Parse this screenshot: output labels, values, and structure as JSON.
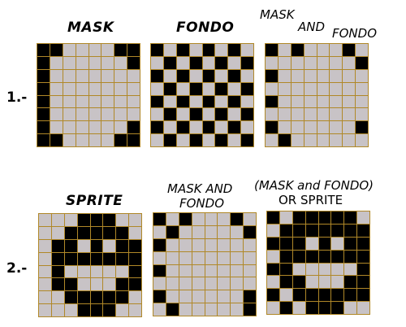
{
  "row_labels": [
    "1.-",
    "2.-"
  ],
  "panels": [
    {
      "id": "mask",
      "title": "MASK",
      "rows": [
        "11000011",
        "10000001",
        "10000000",
        "10000000",
        "10000000",
        "10000000",
        "10000001",
        "11000011"
      ]
    },
    {
      "id": "fondo",
      "title": "FONDO",
      "rows": [
        "10101010",
        "01010101",
        "10101010",
        "01010101",
        "10101010",
        "01010101",
        "10101010",
        "01010101"
      ]
    },
    {
      "id": "mask_and_fondo_1",
      "title": "MASK AND FONDO",
      "title_lines": [
        "MASK",
        "AND",
        "FONDO"
      ],
      "rows": [
        "10100010",
        "00000001",
        "10000000",
        "00000000",
        "10000000",
        "00000000",
        "10000001",
        "01000000"
      ]
    },
    {
      "id": "sprite",
      "title": "SPRITE",
      "rows": [
        "00011100",
        "00111110",
        "01101011",
        "01111111",
        "01000001",
        "01100011",
        "00111110",
        "00011100"
      ]
    },
    {
      "id": "mask_and_fondo_2",
      "title": "MASK AND FONDO",
      "title_lines": [
        "MASK AND",
        "FONDO"
      ],
      "rows": [
        "10100010",
        "01000001",
        "10000000",
        "00000000",
        "10000000",
        "00000000",
        "10000001",
        "01000001"
      ]
    },
    {
      "id": "result",
      "title": "(MASK and FONDO) OR SPRITE",
      "title_lines": [
        "(MASK and FONDO)",
        "OR SPRITE"
      ],
      "rows": [
        "10111110",
        "01111111",
        "11101011",
        "01111111",
        "11000001",
        "01100011",
        "10111111",
        "01011100"
      ]
    }
  ]
}
